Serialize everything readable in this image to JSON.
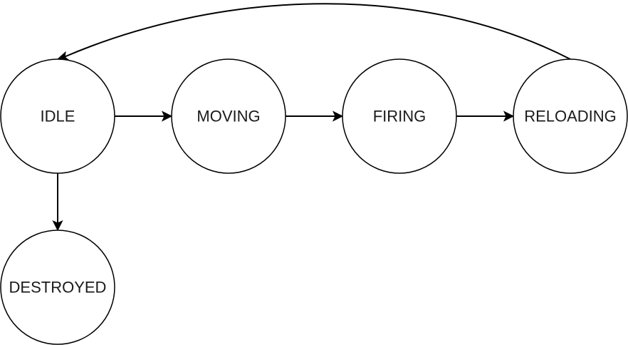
{
  "diagram": {
    "type": "state-machine",
    "states": [
      {
        "id": "idle",
        "label": "IDLE"
      },
      {
        "id": "moving",
        "label": "MOVING"
      },
      {
        "id": "firing",
        "label": "FIRING"
      },
      {
        "id": "reloading",
        "label": "RELOADING"
      },
      {
        "id": "destroyed",
        "label": "DESTROYED"
      }
    ],
    "transitions": [
      {
        "from": "idle",
        "to": "moving"
      },
      {
        "from": "moving",
        "to": "firing"
      },
      {
        "from": "firing",
        "to": "reloading"
      },
      {
        "from": "reloading",
        "to": "idle"
      },
      {
        "from": "idle",
        "to": "destroyed"
      }
    ],
    "colors": {
      "stroke": "#000000",
      "fill": "#ffffff",
      "text": "#1a1a1a"
    }
  }
}
